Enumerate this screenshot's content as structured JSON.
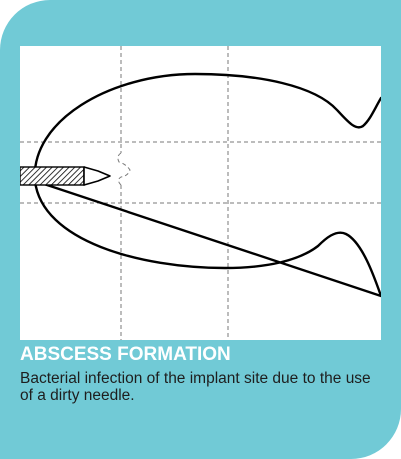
{
  "card": {
    "title": "ABSCESS FORMATION",
    "description": "Bacterial infection of the implant site due to the use of a dirty needle.",
    "background_color": "#71cad6",
    "title_color": "#ffffff"
  },
  "illustration": {
    "icons": [
      "needle-icon",
      "implant-outline",
      "abscess-notch"
    ]
  }
}
